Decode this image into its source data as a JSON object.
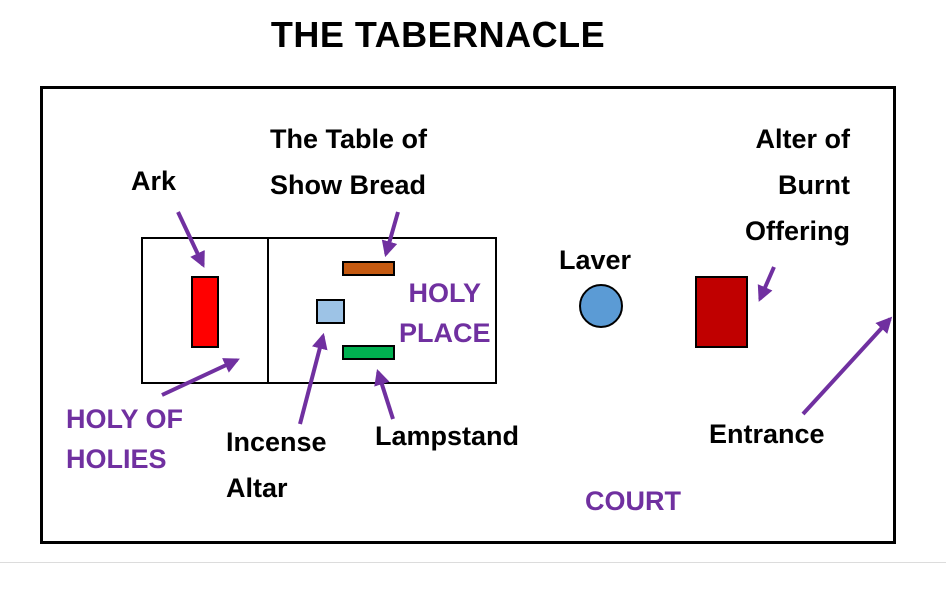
{
  "title": "THE TABERNACLE",
  "labels": {
    "ark": "Ark",
    "table_of_show_bread": [
      "The Table of",
      "Show Bread"
    ],
    "alter_of_burnt_offering": [
      "Alter of",
      "Burnt",
      "Offering"
    ],
    "laver": "Laver",
    "holy_place": [
      "HOLY",
      "PLACE"
    ],
    "holy_of_holies": [
      "HOLY OF",
      "HOLIES"
    ],
    "incense_altar": [
      "Incense",
      "Altar"
    ],
    "lampstand": "Lampstand",
    "entrance": "Entrance",
    "court": "COURT"
  },
  "colors": {
    "ark": "#ff0000",
    "table_of_show_bread": "#c55a11",
    "incense_altar": "#9dc3e6",
    "lampstand": "#00b050",
    "laver": "#5b9bd5",
    "alter_of_burnt_offering": "#c00000",
    "arrow": "#7030a0",
    "region_label": "#7030a0"
  }
}
